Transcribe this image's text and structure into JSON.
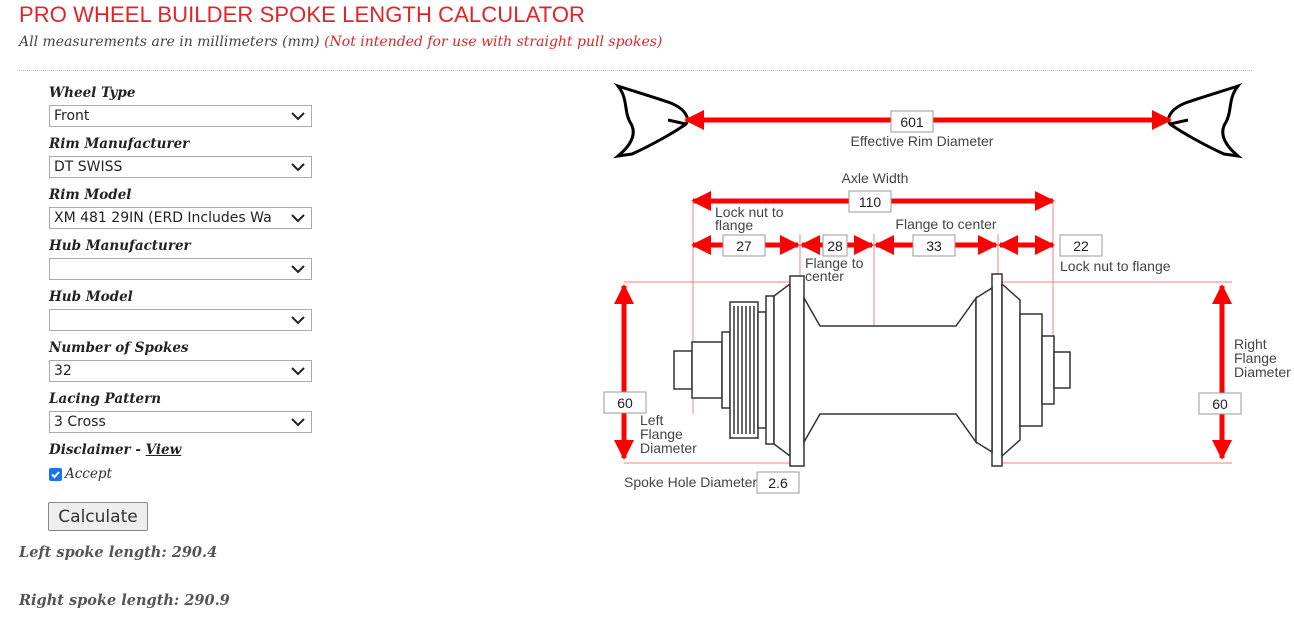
{
  "header": {
    "title": "PRO WHEEL BUILDER SPOKE LENGTH CALCULATOR",
    "subtitle_main": "All measurements are in millimeters (mm) ",
    "subtitle_warning": "(Not intended for use with straight pull spokes)"
  },
  "form": {
    "wheel_type": {
      "label": "Wheel Type",
      "value": "Front"
    },
    "rim_manufacturer": {
      "label": "Rim Manufacturer",
      "value": "DT SWISS"
    },
    "rim_model": {
      "label": "Rim Model",
      "value": "XM 481 29IN (ERD Includes Wa"
    },
    "hub_manufacturer": {
      "label": "Hub Manufacturer",
      "value": ""
    },
    "hub_model": {
      "label": "Hub Model",
      "value": ""
    },
    "number_of_spokes": {
      "label": "Number of Spokes",
      "value": "32"
    },
    "lacing_pattern": {
      "label": "Lacing Pattern",
      "value": "3 Cross"
    },
    "disclaimer_label": "Disclaimer - ",
    "disclaimer_link": "View",
    "accept_label": "Accept",
    "accept_checked": true,
    "calculate_label": "Calculate"
  },
  "results": {
    "left": "Left spoke length: 290.4",
    "right": "Right spoke length: 290.9"
  },
  "diagram": {
    "effective_rim_diameter": {
      "label": "Effective Rim Diameter",
      "value": "601"
    },
    "axle_width": {
      "label": "Axle Width",
      "value": "110"
    },
    "lock_nut_left": {
      "label_line1": "Lock nut to",
      "label_line2": "flange",
      "value": "27"
    },
    "flange_center_left": {
      "label_line1": "Flange to",
      "label_line2": "center",
      "value": "28"
    },
    "flange_center_right": {
      "label": "Flange to center",
      "value": "33"
    },
    "lock_nut_right": {
      "label": "Lock nut to flange",
      "value": "22"
    },
    "left_flange": {
      "label_line1": "Left",
      "label_line2": "Flange",
      "label_line3": "Diameter",
      "value": "60"
    },
    "right_flange": {
      "label_line1": "Right",
      "label_line2": "Flange",
      "label_line3": "Diameter",
      "value": "60"
    },
    "spoke_hole": {
      "label": "Spoke Hole Diameter",
      "value": "2.6"
    }
  },
  "colors": {
    "accent_red": "#e0242b",
    "arrow_red": "#ff0000",
    "checkbox_blue": "#1a73e8"
  }
}
